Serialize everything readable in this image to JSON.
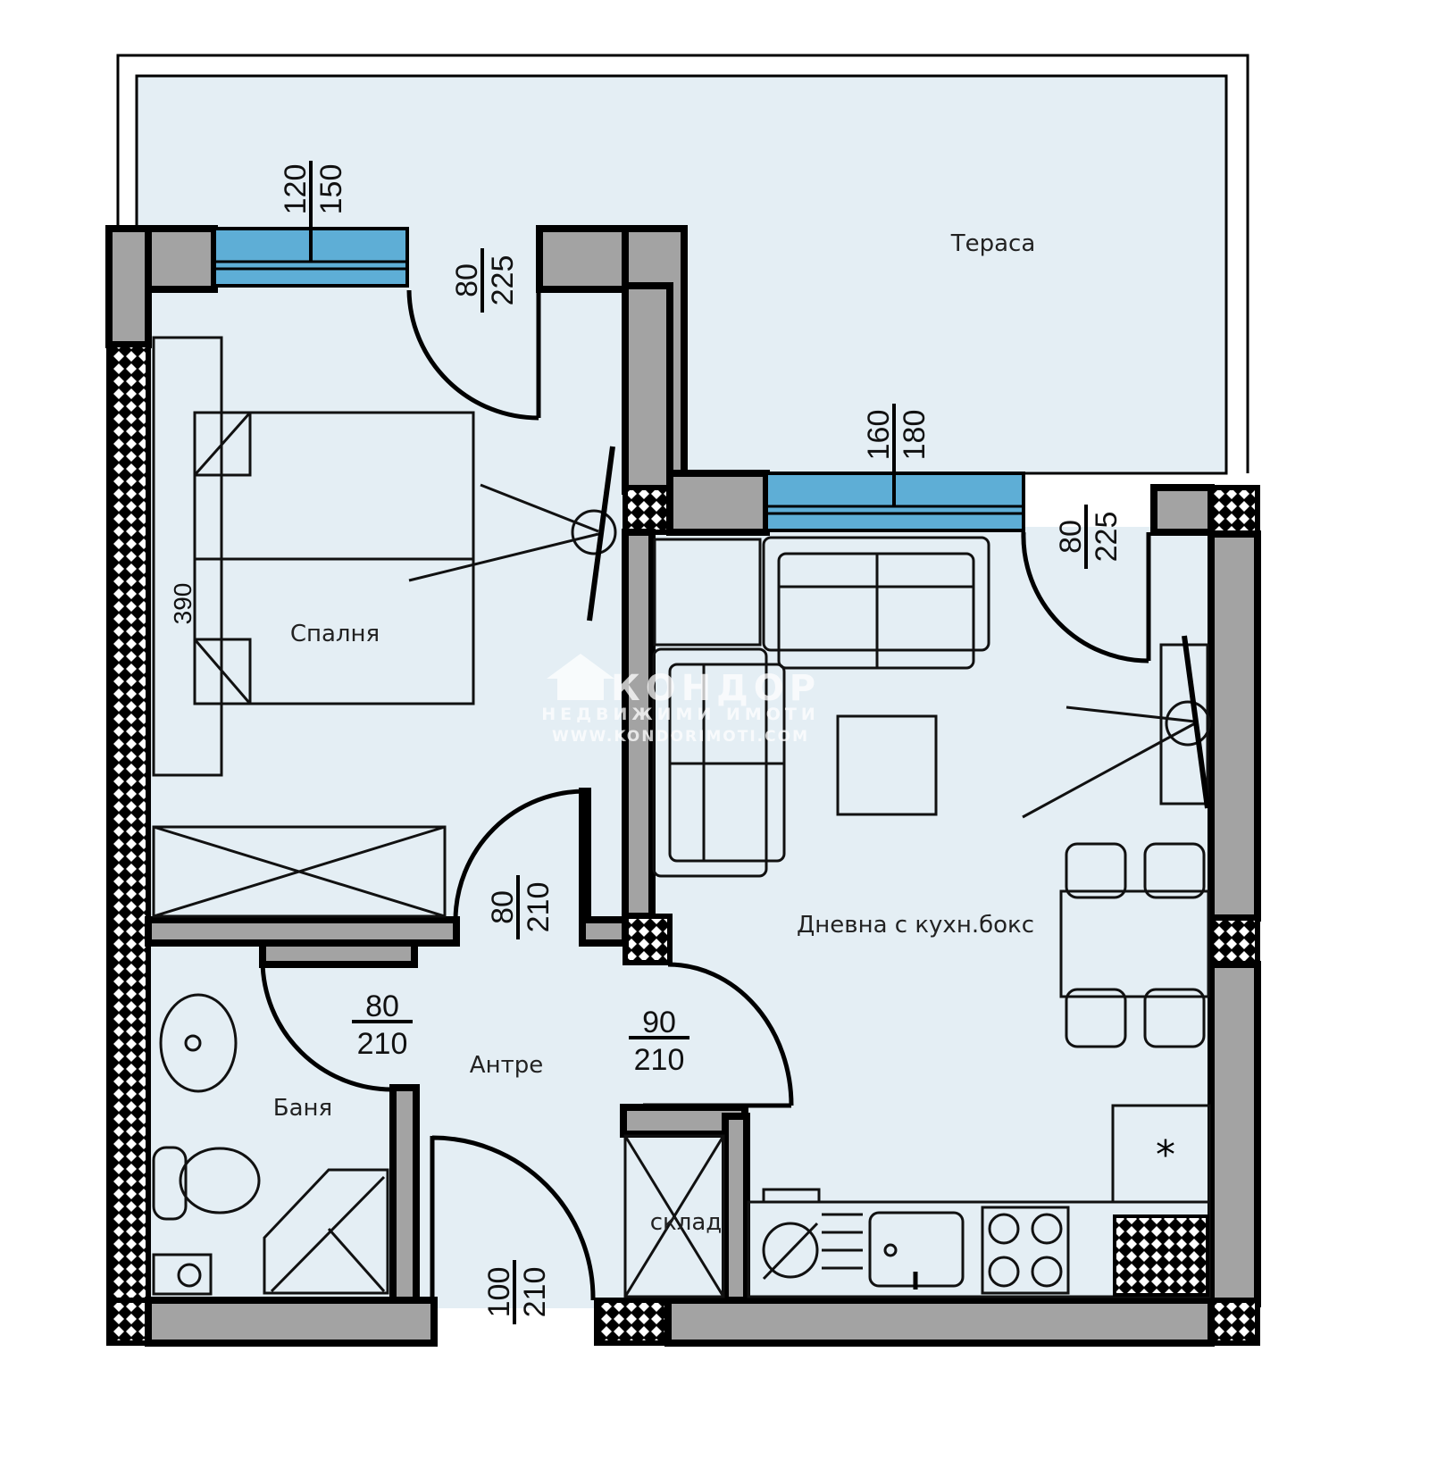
{
  "colors": {
    "floor": "#e4eef4",
    "wall": "#a3a3a3",
    "window": "#5eaed6",
    "line": "#000000"
  },
  "rooms": {
    "terrace": "Тераса",
    "bedroom": "Спалня",
    "living": "Дневна с кухн.бокс",
    "hall": "Антре",
    "bathroom": "Баня",
    "storage": "склад"
  },
  "dimensions": {
    "bedroom_window": {
      "width": "120",
      "height": "150"
    },
    "bedroom_terrace_door": {
      "width": "80",
      "height": "225"
    },
    "living_window": {
      "width": "160",
      "height": "180"
    },
    "living_terrace_door": {
      "width": "80",
      "height": "225"
    },
    "bedroom_wall_length": "390",
    "bedroom_door": {
      "width": "80",
      "height": "210"
    },
    "bathroom_door": {
      "width": "80",
      "height": "210"
    },
    "living_door": {
      "width": "90",
      "height": "210"
    },
    "entrance_door": {
      "width": "100",
      "height": "210"
    }
  },
  "watermark": {
    "brand": "КОНДОР",
    "tagline": "НЕДВИЖИМИ ИМОТИ",
    "url": "WWW.KONDORIMOTI.COM"
  },
  "icons": [
    "house-logo-icon",
    "fridge-snowflake-icon"
  ]
}
